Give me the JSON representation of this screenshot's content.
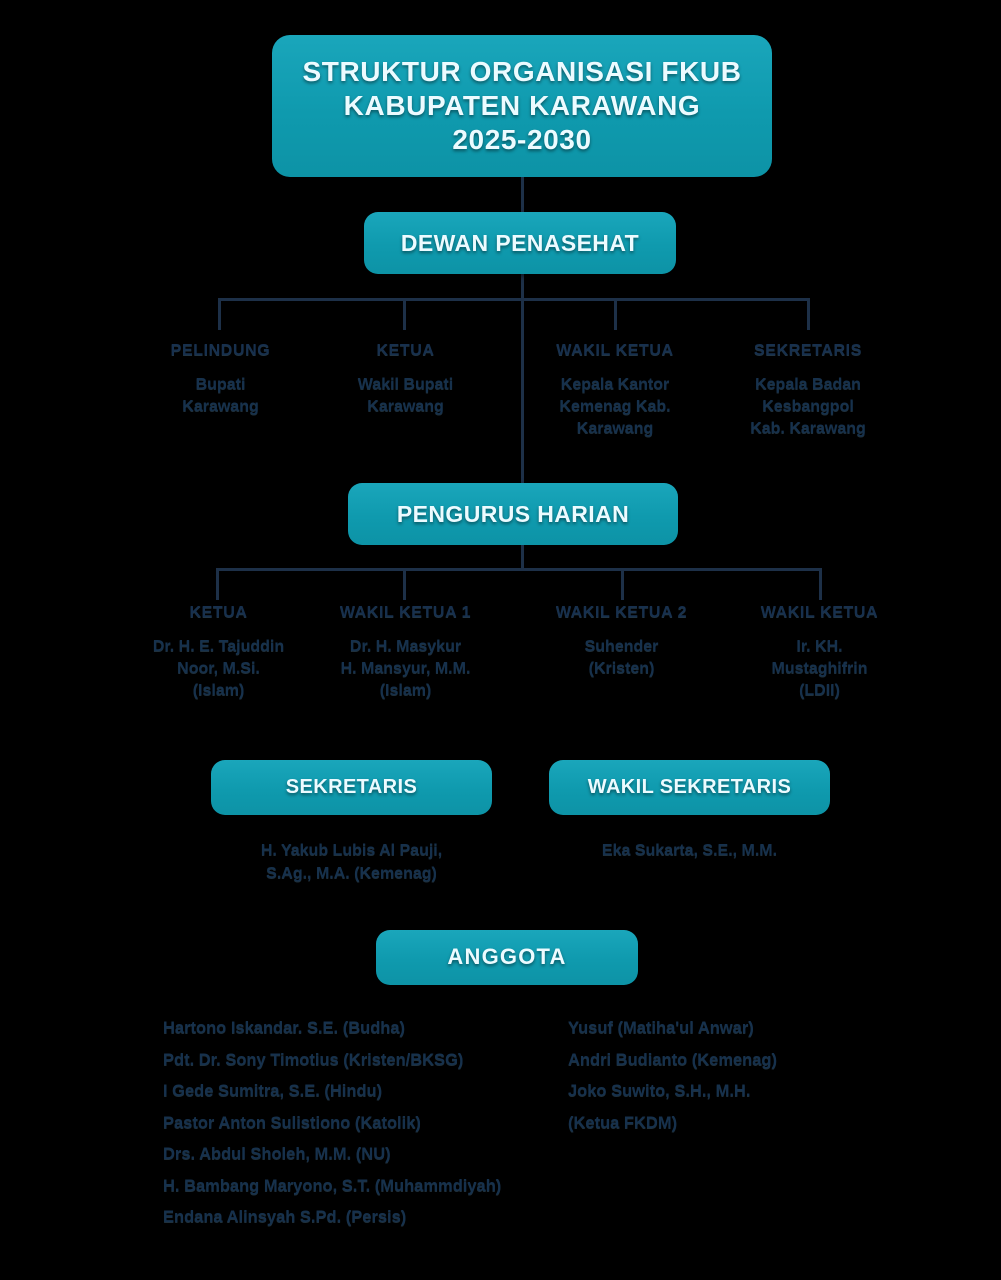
{
  "title": {
    "line1": "STRUKTUR ORGANISASI FKUB",
    "line2": "KABUPATEN KARAWANG",
    "line3": "2025-2030"
  },
  "advisory": {
    "heading": "DEWAN PENASEHAT",
    "roles": [
      {
        "title": "PELINDUNG",
        "name": "Bupati\nKarawang"
      },
      {
        "title": "KETUA",
        "name": "Wakil Bupati\nKarawang"
      },
      {
        "title": "WAKIL KETUA",
        "name": "Kepala Kantor\nKemenag Kab.\nKarawang"
      },
      {
        "title": "SEKRETARIS",
        "name": "Kepala Badan\nKesbangpol\nKab. Karawang"
      }
    ]
  },
  "daily": {
    "heading": "PENGURUS HARIAN",
    "roles": [
      {
        "title": "KETUA",
        "name": "Dr. H. E. Tajuddin\nNoor, M.Si.\n(Islam)"
      },
      {
        "title": "WAKIL KETUA 1",
        "name": "Dr. H. Masykur\nH. Mansyur, M.M.\n(Islam)"
      },
      {
        "title": "WAKIL KETUA 2",
        "name": "Suhender\n(Kristen)"
      },
      {
        "title": "WAKIL KETUA",
        "name": "Ir. KH.\nMustaghifrin\n(LDII)"
      }
    ]
  },
  "secretariat": {
    "secretary_label": "SEKRETARIS",
    "secretary_name": "H. Yakub Lubis Al Pauji,\nS.Ag., M.A. (Kemenag)",
    "vice_secretary_label": "WAKIL SEKRETARIS",
    "vice_secretary_name": "Eka Sukarta, S.E., M.M."
  },
  "members": {
    "heading": "ANGGOTA",
    "left_column": [
      "Hartono Iskandar. S.E. (Budha)",
      "Pdt. Dr. Sony Timotius (Kristen/BKSG)",
      "I Gede Sumitra, S.E. (Hindu)",
      "Pastor Anton Sulistiono (Katolik)",
      "Drs. Abdul Sholeh, M.M. (NU)",
      "H. Bambang Maryono, S.T. (Muhammdiyah)",
      "Endana Alinsyah  S.Pd. (Persis)"
    ],
    "right_column": [
      "Yusuf (Matiha'ul Anwar)",
      "Andri Budianto (Kemenag)",
      "Joko Suwito, S.H., M.H.",
      "(Ketua FKDM)"
    ]
  },
  "colors": {
    "background": "#000000",
    "box_teal": "#0f9aae",
    "box_text": "#ecfbff",
    "connector": "#1d3048",
    "body_text": "#16314d"
  }
}
